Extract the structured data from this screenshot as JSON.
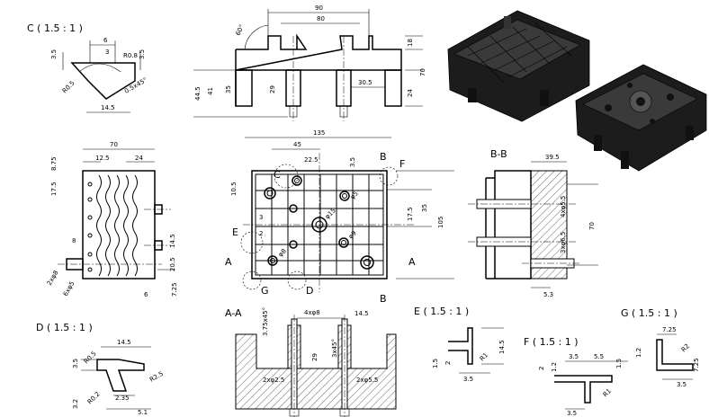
{
  "titles": {
    "detail_c": "C ( 1.5 : 1 )",
    "detail_d": "D ( 1.5 : 1 )",
    "detail_e": "E ( 1.5 : 1 )",
    "detail_f": "F ( 1.5 : 1 )",
    "detail_g": "G ( 1.5 : 1 )",
    "section_bb": "B-B",
    "section_aa": "A-A"
  },
  "front_view": {
    "d90": "90",
    "d80": "80",
    "d60": "60°",
    "d18": "18",
    "d70": "70",
    "d44_5": "44.5",
    "d41": "41",
    "d35": "35",
    "d29": "29",
    "d30_5": "30.5",
    "d24": "24"
  },
  "detail_c": {
    "d6": "6",
    "d3": "3",
    "d3_5a": "3.5",
    "d3_5b": "3.5",
    "r08": "R0.8",
    "r05": "R0.5",
    "chamfer": "0.5x45°",
    "d14_5": "14.5"
  },
  "top_view": {
    "d135": "135",
    "d45": "45",
    "d22_5": "22.5",
    "d3_5": "3.5",
    "d10_5": "10.5",
    "d3": "3",
    "d2": "2",
    "d17_5": "17.5",
    "d35": "35",
    "d105": "105",
    "phi5": "φ5",
    "phi15": "φ15",
    "phi9": "φ9",
    "phi8": "φ8",
    "letters": {
      "a_left": "A",
      "a_right": "A",
      "b_top": "B",
      "b_bottom": "B",
      "c": "C",
      "d": "D",
      "e": "E",
      "f": "F",
      "g": "G"
    }
  },
  "left_view": {
    "d70": "70",
    "d12_5": "12.5",
    "d24": "24",
    "d8_75": "8.75",
    "d17_5": "17.5",
    "d8": "8",
    "d14_5": "14.5",
    "d20_5": "20.5",
    "d6": "6",
    "d7_25": "7.25",
    "holes2": "2xφ8",
    "holes6": "6xφ5"
  },
  "section_bb": {
    "d39_5": "39.5",
    "d70": "70",
    "d5_3": "5.3",
    "holes4": "4xφ5.5",
    "holes3": "3xφ6.5"
  },
  "section_aa": {
    "d3_75": "3.75x45°",
    "holes4": "4xφ8",
    "d14_5": "14.5",
    "chamfer": "3x45°",
    "d29": "29",
    "holes2a": "2xφ2.5",
    "holes2b": "2xφ5.5"
  },
  "detail_d": {
    "d14_5": "14.5",
    "d3_5": "3.5",
    "r05": "R0.5",
    "r25": "R2.5",
    "r02": "R0.2",
    "d3_2": "3.2",
    "d2_35": "2.35",
    "d5_1": "5.1"
  },
  "detail_e": {
    "d1_5": "1.5",
    "d2": "2",
    "d3_5": "3.5",
    "d14_5": "14.5",
    "r1": "R1"
  },
  "detail_f": {
    "d2": "2",
    "d1_2": "1.2",
    "d3_5a": "3.5",
    "d5_5": "5.5",
    "d1_5": "1.5",
    "r1": "R1",
    "d3_5b": "3.5"
  },
  "detail_g": {
    "d7_25": "7.25",
    "r2": "R2",
    "d1_2": "1.2",
    "d7_25b": "7.25",
    "d3_5": "3.5"
  }
}
